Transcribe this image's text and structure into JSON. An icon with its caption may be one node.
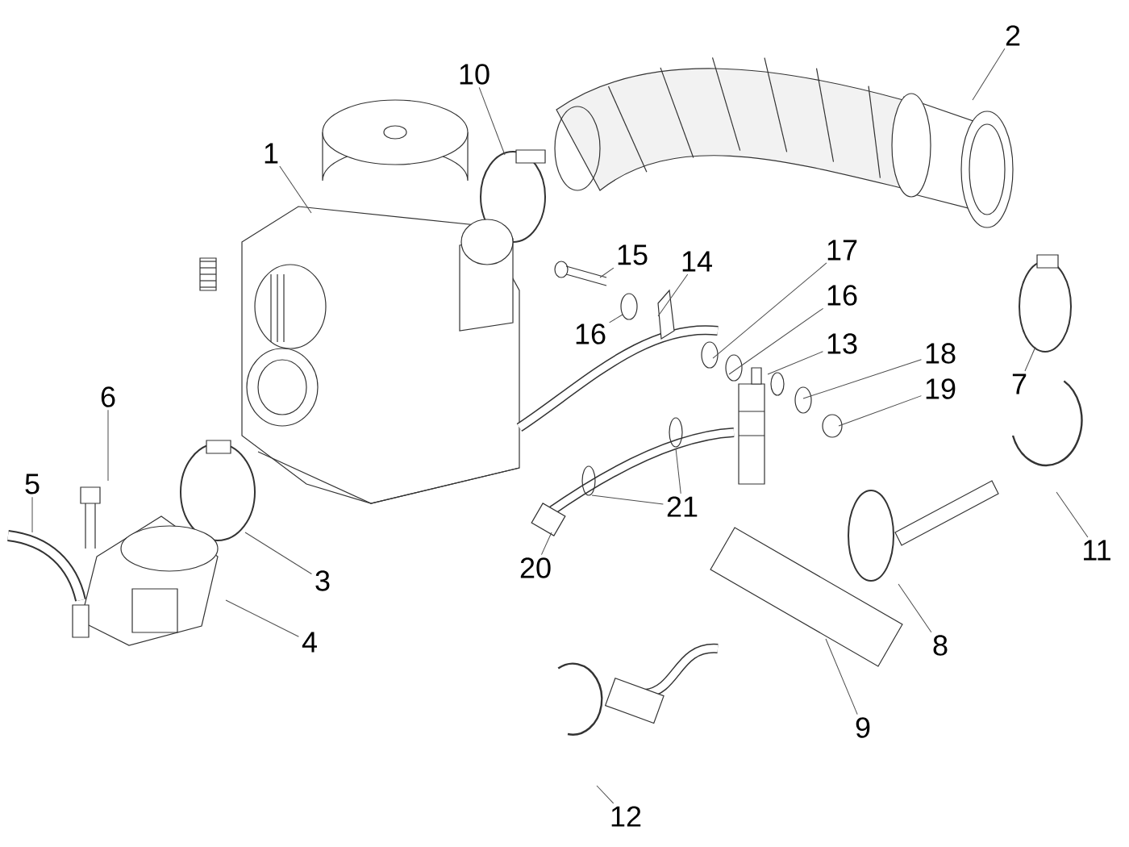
{
  "diagram": {
    "nodes": [
      {
        "text": [
          "2"
        ]
      },
      {
        "text": [
          "10"
        ]
      },
      {
        "text": [
          "1"
        ]
      },
      {
        "text": [
          "17"
        ]
      },
      {
        "text": [
          "15"
        ]
      },
      {
        "text": [
          "14"
        ]
      },
      {
        "text": [
          "16"
        ]
      },
      {
        "text": [
          "16"
        ]
      },
      {
        "text": [
          "13"
        ]
      },
      {
        "text": [
          "18"
        ]
      },
      {
        "text": [
          "19"
        ]
      },
      {
        "text": [
          "7"
        ]
      },
      {
        "text": [
          "6"
        ]
      },
      {
        "text": [
          "5"
        ]
      },
      {
        "text": [
          "21"
        ]
      },
      {
        "text": [
          "20"
        ]
      },
      {
        "text": [
          "11"
        ]
      },
      {
        "text": [
          "3"
        ]
      },
      {
        "text": [
          "4"
        ]
      },
      {
        "text": [
          "8"
        ]
      },
      {
        "text": [
          "9"
        ]
      },
      {
        "text": [
          "12"
        ]
      }
    ],
    "edges": [
      {
        "from": 0,
        "to": null,
        "arrow": "none"
      },
      {
        "from": 1,
        "to": null,
        "arrow": "none"
      },
      {
        "from": 2,
        "to": null,
        "arrow": "none"
      },
      {
        "from": 3,
        "to": null,
        "arrow": "none"
      },
      {
        "from": 4,
        "to": null,
        "arrow": "none"
      },
      {
        "from": 5,
        "to": null,
        "arrow": "none"
      },
      {
        "from": 6,
        "to": null,
        "arrow": "none"
      },
      {
        "from": 7,
        "to": null,
        "arrow": "none"
      },
      {
        "from": 8,
        "to": null,
        "arrow": "none"
      },
      {
        "from": 9,
        "to": null,
        "arrow": "none"
      },
      {
        "from": 10,
        "to": null,
        "arrow": "none"
      },
      {
        "from": 11,
        "to": null,
        "arrow": "none"
      },
      {
        "from": 12,
        "to": null,
        "arrow": "none"
      },
      {
        "from": 13,
        "to": null,
        "arrow": "none"
      },
      {
        "from": 14,
        "to": null,
        "arrow": "none"
      },
      {
        "from": 14,
        "to": null,
        "arrow": "none"
      },
      {
        "from": 15,
        "to": null,
        "arrow": "none"
      },
      {
        "from": 16,
        "to": null,
        "arrow": "none"
      },
      {
        "from": 17,
        "to": null,
        "arrow": "none"
      },
      {
        "from": 18,
        "to": null,
        "arrow": "none"
      },
      {
        "from": 19,
        "to": null,
        "arrow": "none"
      },
      {
        "from": 20,
        "to": null,
        "arrow": "none"
      },
      {
        "from": 21,
        "to": null,
        "arrow": "none"
      }
    ]
  }
}
